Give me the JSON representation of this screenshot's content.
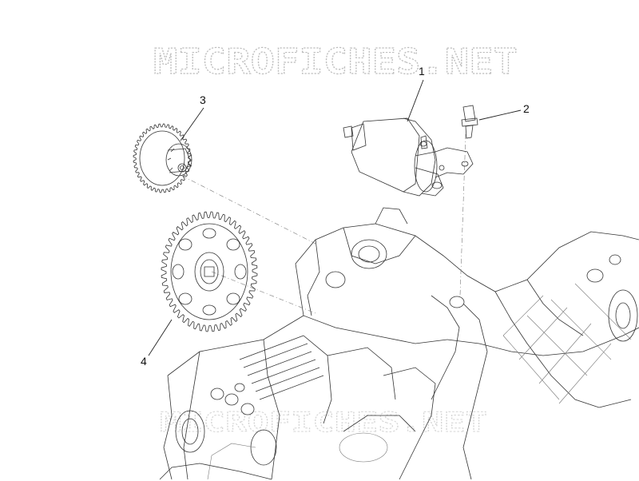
{
  "watermark": {
    "text": "MICROFICHES.NET"
  },
  "callouts": [
    {
      "number": "1",
      "part": "starter motor"
    },
    {
      "number": "2",
      "part": "bolt"
    },
    {
      "number": "3",
      "part": "double gear"
    },
    {
      "number": "4",
      "part": "starter gear"
    }
  ],
  "colors": {
    "line": "#333333",
    "watermark": "#bdbdbd",
    "background": "#ffffff"
  }
}
